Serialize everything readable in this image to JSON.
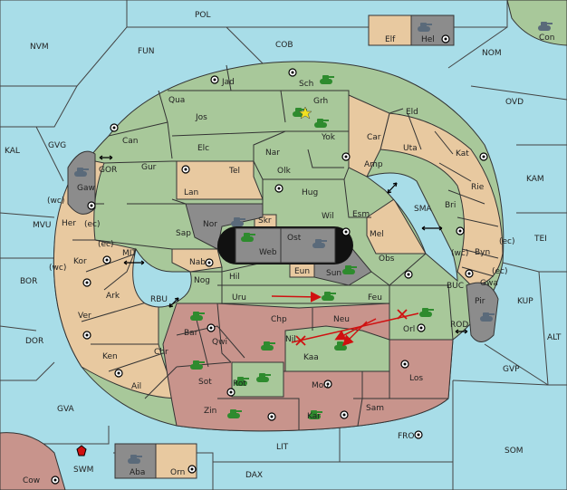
{
  "colors": {
    "sea": "#a8dde8",
    "green": "#a8c89a",
    "tan": "#e8c9a0",
    "rose": "#c8948c",
    "grey": "#8c8c8c",
    "unit_green": "#2e8b2e",
    "unit_grey": "#5a6a7a",
    "order_red": "#d01010",
    "black": "#111111"
  },
  "labels": {
    "POL": "POL",
    "NVM": "NVM",
    "FUN": "FUN",
    "COB": "COB",
    "NOM": "NOM",
    "OVD": "OVD",
    "KAL": "KAL",
    "GVG": "GVG",
    "KAM": "KAM",
    "TEI": "TEI",
    "KUP": "KUP",
    "ALT": "ALT",
    "GVP": "GVP",
    "MVU": "MVU",
    "BOR": "BOR",
    "DOR": "DOR",
    "GVA": "GVA",
    "LIT": "LIT",
    "FRO": "FRO",
    "SOM": "SOM",
    "DAX": "DAX",
    "SWM": "SWM",
    "Cow": "Cow",
    "Con": "Con",
    "Elf": "Elf",
    "Hel": "Hel",
    "Aba": "Aba",
    "Orn": "Orn",
    "Jad": "Jad",
    "Sch": "Sch",
    "Qua": "Qua",
    "Jos": "Jos",
    "Grh": "Grh",
    "Eld": "Eld",
    "Can": "Can",
    "Yok": "Yok",
    "Car": "Car",
    "Uta": "Uta",
    "Elc": "Elc",
    "Nar": "Nar",
    "Kat": "Kat",
    "Tel": "Tel",
    "Olk": "Olk",
    "Amp": "Amp",
    "Gur": "Gur",
    "Lan": "Lan",
    "Hug": "Hug",
    "Rie": "Rie",
    "Bri": "Bri",
    "Gaw": "Gaw",
    "GOR": "GOR",
    "Nor": "Nor",
    "Skr": "Skr",
    "Wil": "Wil",
    "Esm": "Esm",
    "SMA": "SMA",
    "Her": "Her",
    "wc1": "(wc)",
    "ec1": "(ec)",
    "Sap": "Sap",
    "Web": "Web",
    "Ost": "Ost",
    "Mel": "Mel",
    "Byn": "Byn",
    "ec2": "(ec)",
    "wc2": "(wc)",
    "ec3": "(ec)",
    "MIT": "MIT",
    "Kor": "Kor",
    "wc3": "(wc)",
    "Nab": "Nab",
    "Eun": "Eun",
    "Sun": "Sun",
    "Obs": "Obs",
    "Gwa": "Gwa",
    "ec4": "(ec)",
    "Hil": "Hil",
    "Ark": "Ark",
    "RBU": "RBU",
    "Nog": "Nog",
    "Uru": "Uru",
    "Feu": "Feu",
    "BUC": "BUC",
    "Pir": "Pir",
    "Ver": "Ver",
    "Chp": "Chp",
    "Neu": "Neu",
    "Bar": "Bar",
    "Orl": "Orl",
    "ROD": "ROD",
    "Qwi": "Qwi",
    "Nil": "Nil",
    "Ken": "Ken",
    "Chr": "Chr",
    "Kaa": "Kaa",
    "Los": "Los",
    "Sot": "Sot",
    "Rot": "Rot",
    "Ail": "Ail",
    "Mou": "Mou",
    "Zin": "Zin",
    "Kar": "Kar",
    "Sam": "Sam"
  }
}
